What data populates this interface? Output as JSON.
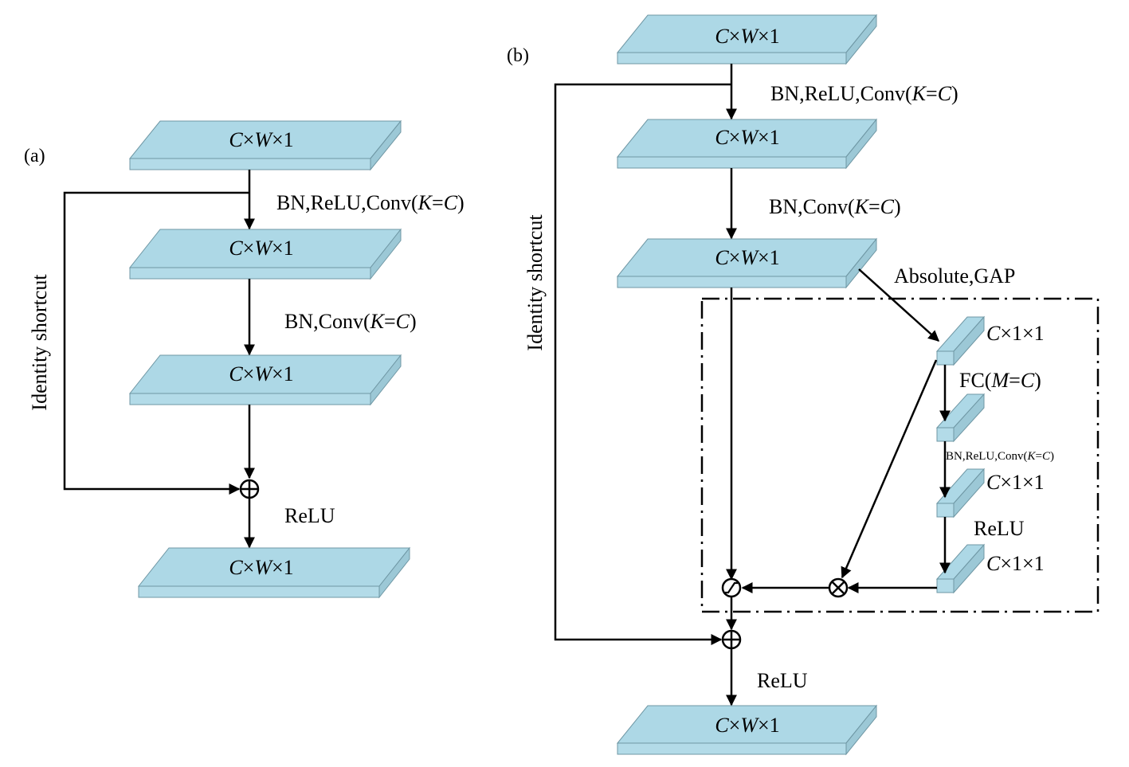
{
  "panel_a": {
    "label": "(a)",
    "shortcut_label": "Identity shortcut",
    "blocks": [
      {
        "c": "C",
        "w": "W",
        "rest": "×1"
      },
      {
        "c": "C",
        "w": "W",
        "rest": "×1"
      },
      {
        "c": "C",
        "w": "W",
        "rest": "×1"
      },
      {
        "c": "C",
        "w": "W",
        "rest": "×1"
      }
    ],
    "step1": {
      "pre": "BN,ReLU,Conv(",
      "k": "K",
      "eq": "=",
      "c": "C",
      "post": ")"
    },
    "step2": {
      "pre": "BN,Conv(",
      "k": "K",
      "eq": "=",
      "c": "C",
      "post": ")"
    },
    "relu": "ReLU"
  },
  "panel_b": {
    "label": "(b)",
    "shortcut_label": "Identity shortcut",
    "blocks": [
      {
        "c": "C",
        "w": "W",
        "rest": "×1"
      },
      {
        "c": "C",
        "w": "W",
        "rest": "×1"
      },
      {
        "c": "C",
        "w": "W",
        "rest": "×1"
      },
      {
        "c": "C",
        "w": "W",
        "rest": "×1"
      }
    ],
    "step1": {
      "pre": "BN,ReLU,Conv(",
      "k": "K",
      "eq": "=",
      "c": "C",
      "post": ")"
    },
    "step2": {
      "pre": "BN,Conv(",
      "k": "K",
      "eq": "=",
      "c": "C",
      "post": ")"
    },
    "abs_gap": "Absolute,GAP",
    "small_blocks": [
      {
        "c": "C",
        "rest": "×1×1"
      },
      {
        "c": "C",
        "rest": "×1×1"
      },
      {
        "c": "C",
        "rest": "×1×1"
      }
    ],
    "fc": {
      "pre": "FC(",
      "m": "M",
      "eq": "=",
      "c": "C",
      "post": ")"
    },
    "small_step": {
      "pre": "BN,ReLU,Conv(",
      "k": "K",
      "eq": "=",
      "c": "C",
      "post": ")"
    },
    "inner_relu": "ReLU",
    "relu": "ReLU"
  }
}
